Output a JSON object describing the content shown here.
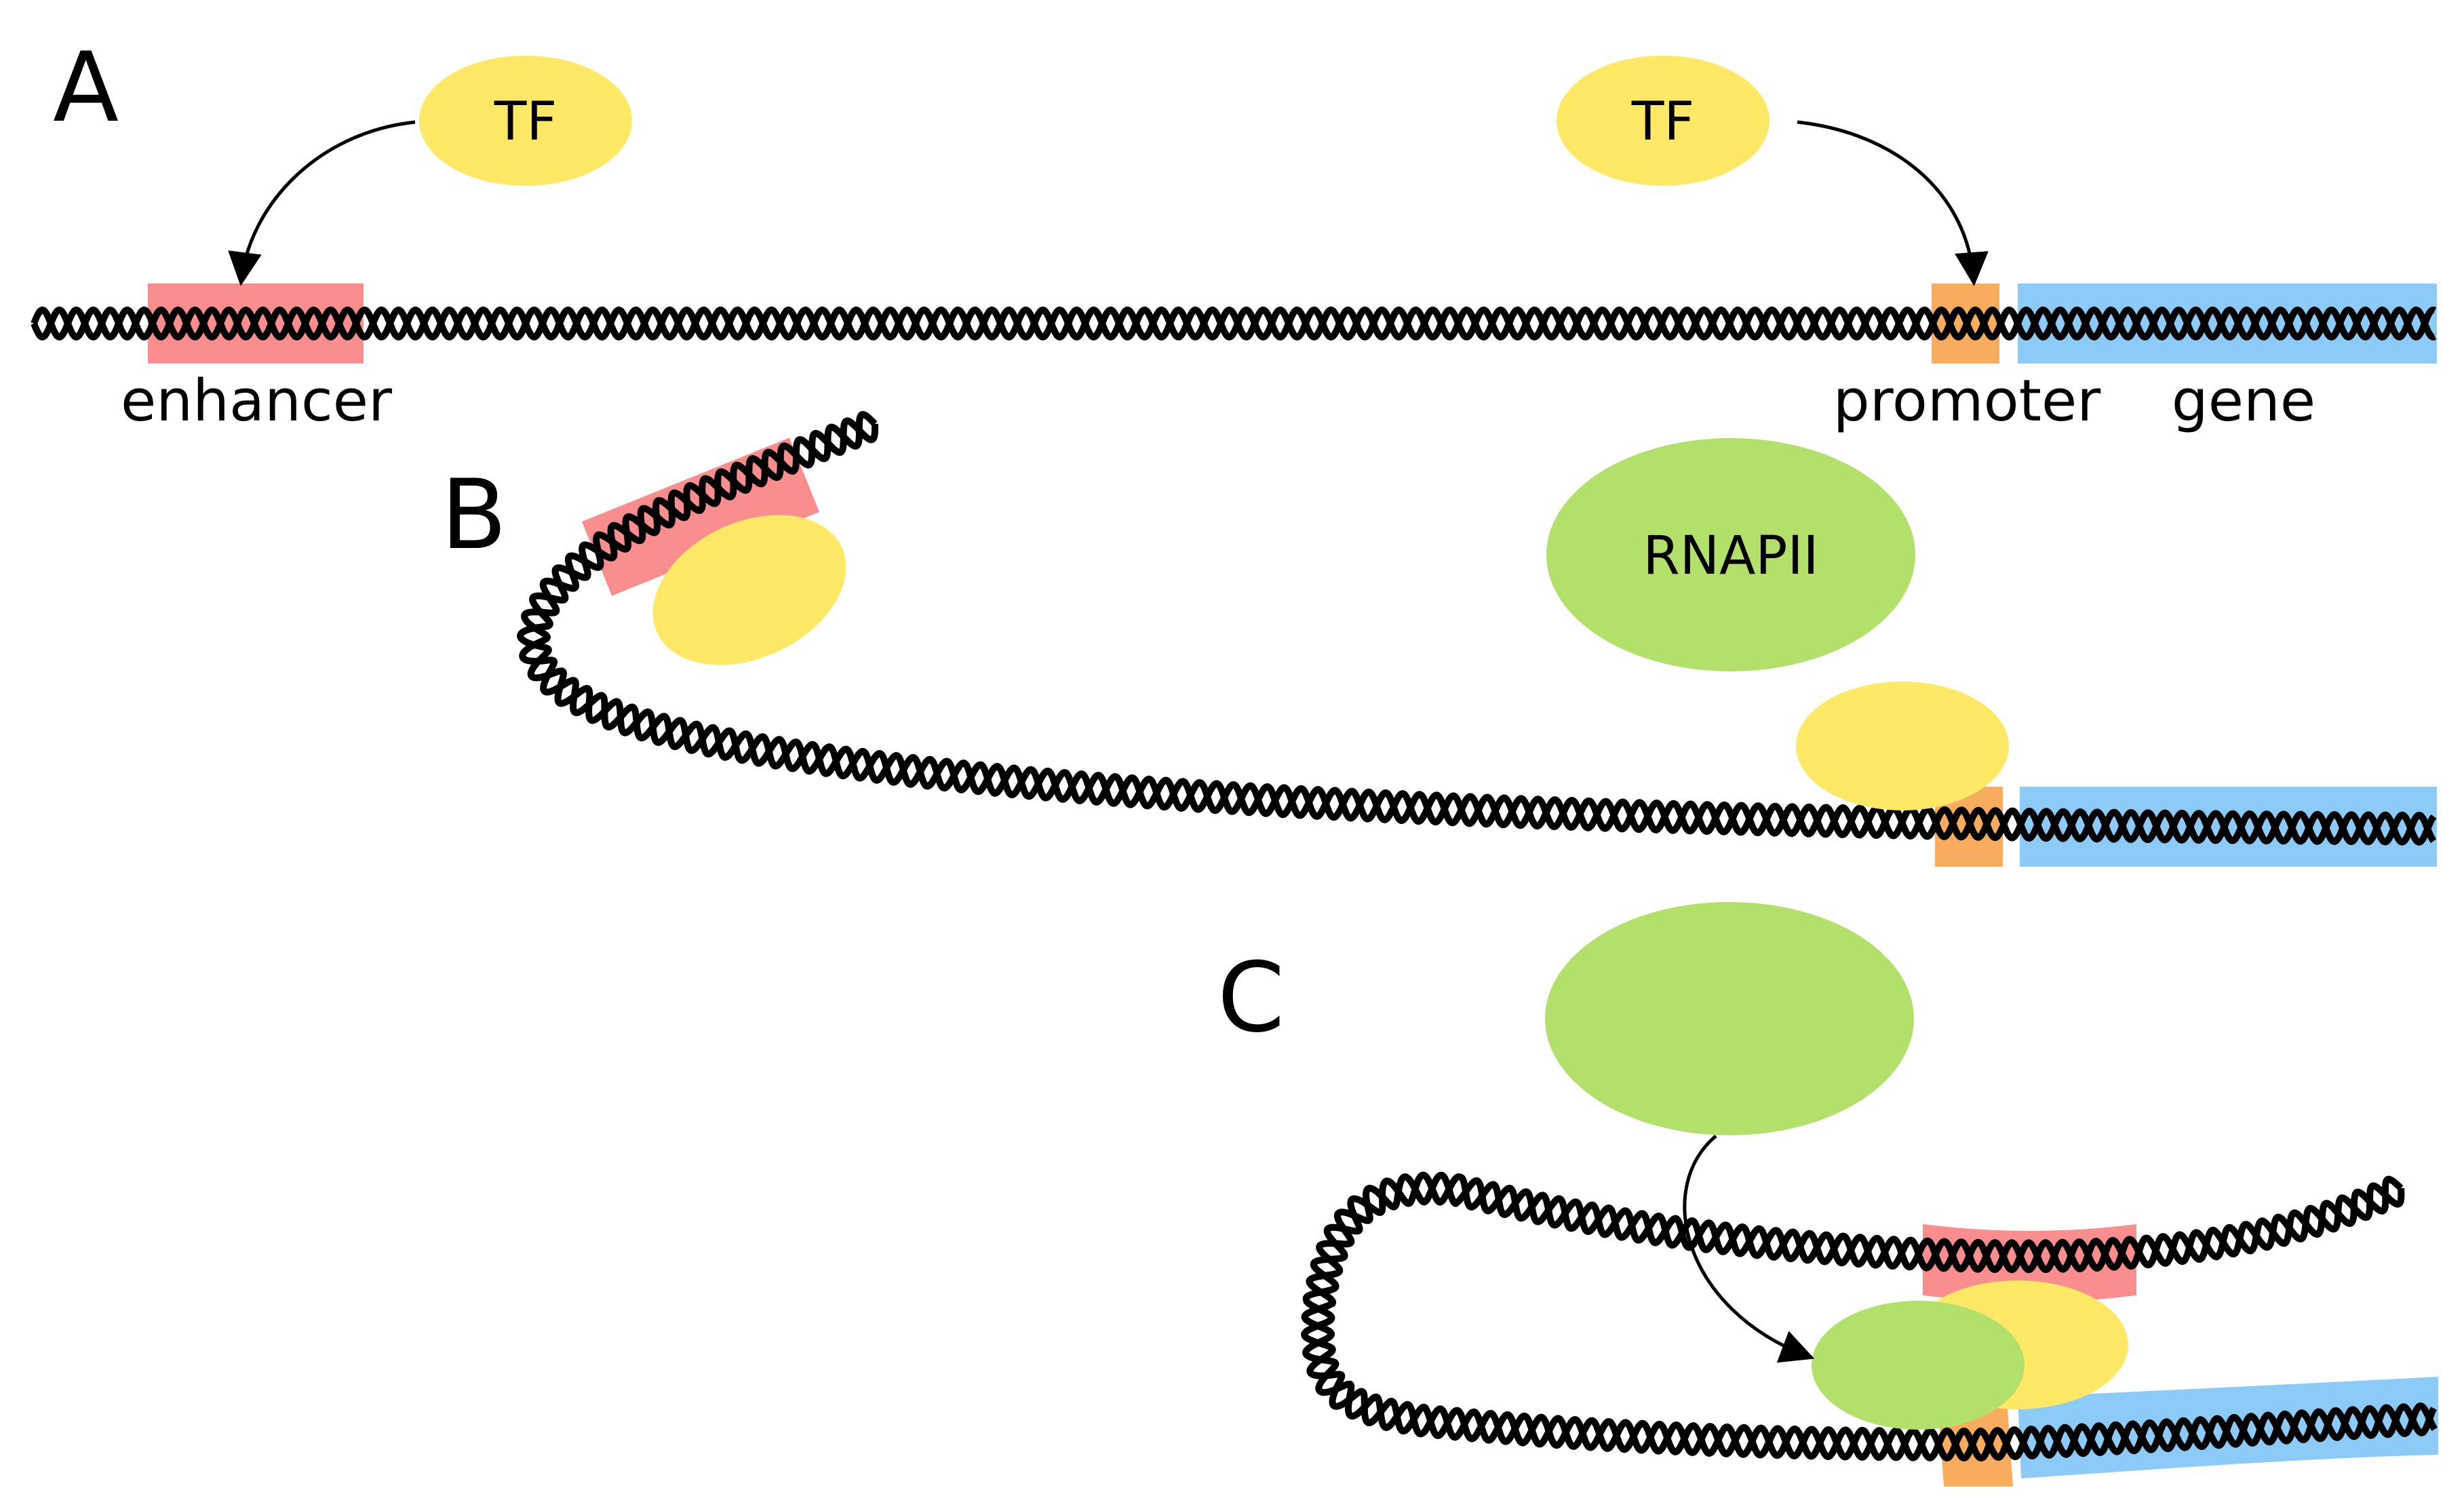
{
  "colors": {
    "transcription_factor": "#ffe866",
    "rna_polymerase": "#b3df6b",
    "enhancer": "#fa8e8e",
    "promoter": "#f7ad5d",
    "gene": "#8ccbf7",
    "dna_strand": "#000000",
    "background": "#ffffff"
  },
  "panels": {
    "a": {
      "letter": "A",
      "tf_left_label": "TF",
      "tf_right_label": "TF",
      "enhancer_label": "enhancer",
      "promoter_label": "promoter",
      "gene_label": "gene"
    },
    "b": {
      "letter": "B",
      "rnapii_label": "RNAPII"
    },
    "c": {
      "letter": "C"
    }
  }
}
